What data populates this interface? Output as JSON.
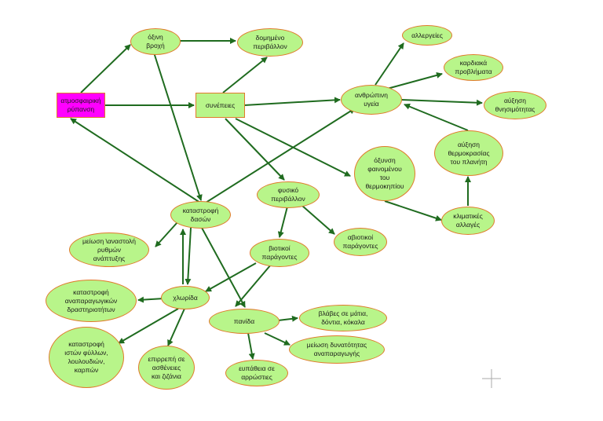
{
  "nodes": {
    "atmosfairiki": "ατμοσφαιρική\nρύπανση",
    "oxini": "όξινη\nβροχή",
    "domimeno": "δομημένο\nπεριβάλλον",
    "synepeies": "συνέπειες",
    "anthropini": "ανθρώπινη\nυγεία",
    "allergies": "αλλεργείες",
    "kardiaka": "καρδιακά\nπροβλήματα",
    "auxisi_thnis": "αύξηση\nθνησιμότητας",
    "auxisi_therm": "αύξηση\nθερμοκρασίας\nτου πλανήτη",
    "oxynsi": "όξυνση\nφαινομένου\nτου\nθερμοκηπίου",
    "klimatikes": "κλιματικές\nαλλαγές",
    "fysiko": "φυσικό\nπεριβάλλον",
    "katastrofi_dason": "καταστροφή\nδασών",
    "abiotikoi": "αβιοτικοί\nπαράγοντες",
    "biotikoi": "βιοτικοί\nπαράγοντες",
    "meiosi": "μείωση \\αναστολή\nρυθμών\nανάπτυξης",
    "katastrofi_anap": "καταστροφή\nαναπαραγωγικών\nδραστηριοτήτων",
    "chlorida": "χλωρίδα",
    "panida": "πανίδα",
    "vlaves": "βλάβες σε μάτια,\nδόντια, κόκαλα",
    "meiosi_dyn": "μείωση δυνατότητας\nαναπαραγωγής",
    "katastrofi_iston": "καταστροφή\nιστών φύλλων,\nλουλουδιών,\nκαρπών",
    "epirrepsi": "επιρρεπή σε\nασθένειες\nκαι ζιζάνια",
    "eupatheia": "ευπάθεια σε\nαρρώστιες"
  },
  "colors": {
    "node_fill": "#b8f58a",
    "node_border": "#e07a2a",
    "root_fill": "#ff00ff",
    "arrow": "#1f6b1f"
  },
  "icons": [
    "crosshair-plus-icon"
  ]
}
